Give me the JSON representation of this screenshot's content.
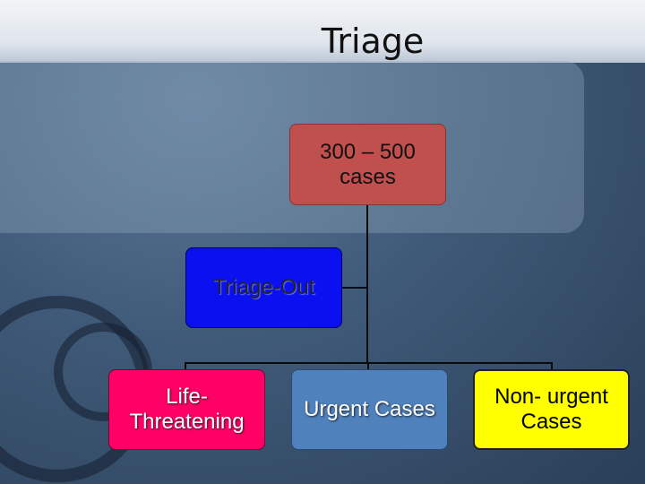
{
  "title": "Triage",
  "nodes": {
    "root": "300 – 500 cases",
    "out": "Triage-Out",
    "life": "Life-Threatening",
    "urgent": "Urgent Cases",
    "nonurgent": "Non- urgent Cases"
  },
  "colors": {
    "root": "#c0504d",
    "out": "#0a10f0",
    "life": "#ff0066",
    "urgent": "#4f81bd",
    "nonurgent": "#ffff00"
  }
}
